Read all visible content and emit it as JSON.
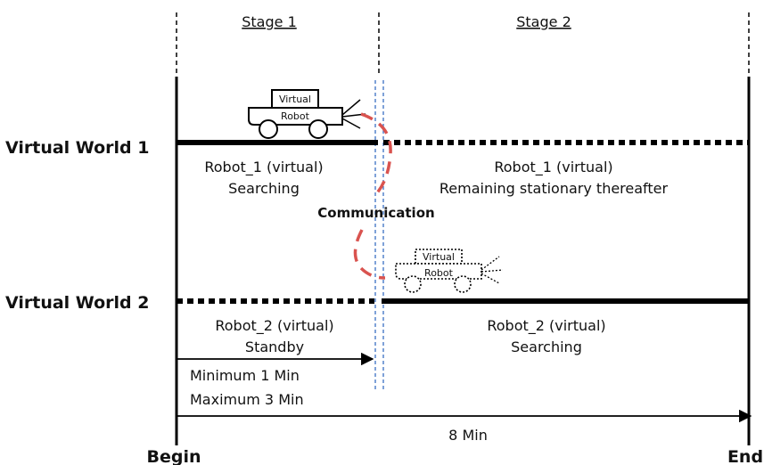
{
  "stages": {
    "stage1": "Stage 1",
    "stage2": "Stage 2"
  },
  "worlds": {
    "world1": "Virtual World 1",
    "world2": "Virtual World 2"
  },
  "robots": {
    "robot1_stage1_name": "Robot_1 (virtual)",
    "robot1_stage1_state": "Searching",
    "robot1_stage2_name": "Robot_1 (virtual)",
    "robot1_stage2_state": "Remaining stationary thereafter",
    "robot2_stage1_name": "Robot_2 (virtual)",
    "robot2_stage1_state": "Standby",
    "robot2_stage2_name": "Robot_2 (virtual)",
    "robot2_stage2_state": "Searching"
  },
  "robot_icon": {
    "line1": "Virtual",
    "line2": "Robot"
  },
  "communication": "Communication",
  "timing": {
    "minimum": "Minimum 1 Min",
    "maximum": "Maximum 3 Min",
    "total": "8 Min"
  },
  "edges": {
    "begin": "Begin",
    "end": "End"
  },
  "colors": {
    "line": "#000000",
    "comm_dash": "#3a6fc4",
    "arc": "#d9534f"
  }
}
